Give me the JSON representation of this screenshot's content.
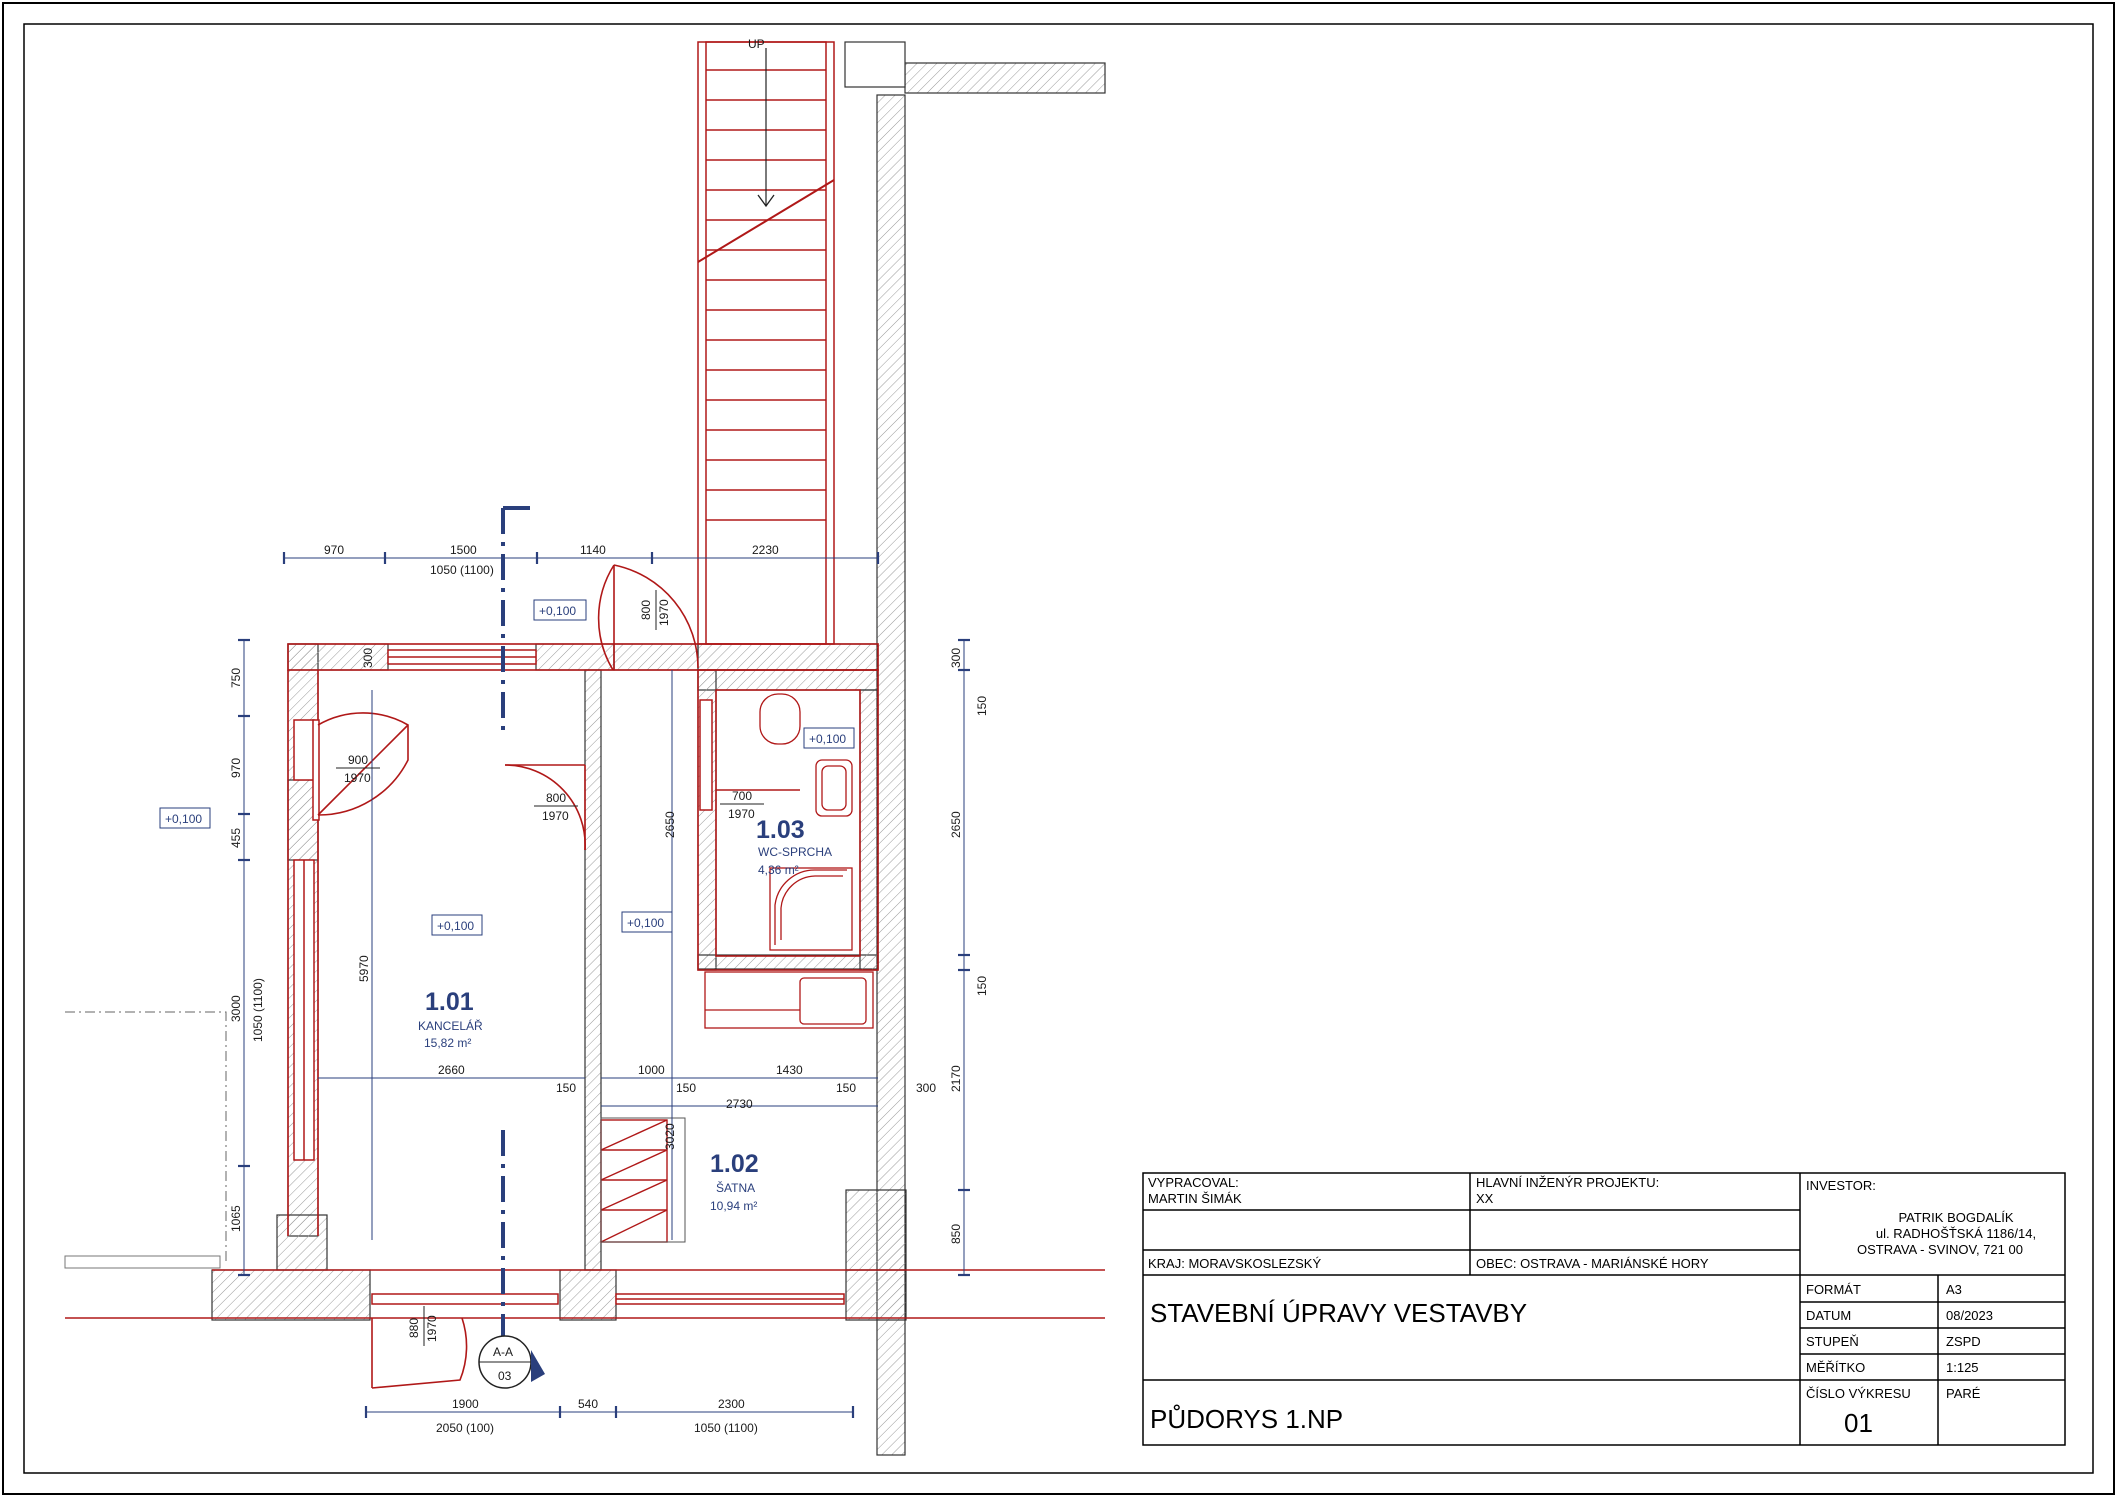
{
  "stair": {
    "label": "UP"
  },
  "levels": [
    "+0,100",
    "+0,100",
    "+0,100",
    "+0,100",
    "+0,100"
  ],
  "rooms": [
    {
      "number": "1.01",
      "name": "KANCELÁŘ",
      "area": "15,82 m²"
    },
    {
      "number": "1.02",
      "name": "ŠATNA",
      "area": "10,94 m²"
    },
    {
      "number": "1.03",
      "name": "WC-SPRCHA",
      "area": "4,36 m²"
    }
  ],
  "doors": [
    {
      "width": "900",
      "height": "1970"
    },
    {
      "width": "800",
      "height": "1970"
    },
    {
      "width": "700",
      "height": "1970"
    },
    {
      "width": "800",
      "height": "1970"
    },
    {
      "width": "880",
      "height": "1970"
    }
  ],
  "dims": {
    "top": [
      "970",
      "1500",
      "1140",
      "2230"
    ],
    "top_sub": "1050 (1100)",
    "left": [
      "750",
      "970",
      "455",
      "3000",
      "1065"
    ],
    "left_sub": "1050 (1100)",
    "left_small": "300",
    "inner": [
      "5970",
      "2660",
      "150",
      "1000",
      "150",
      "1430",
      "150",
      "2730",
      "2650",
      "3020",
      "300"
    ],
    "right": [
      "300",
      "150",
      "2650",
      "150",
      "2170",
      "850"
    ],
    "bottom": [
      "1900",
      "540",
      "2300"
    ],
    "bottom_sub": [
      "2050 (100)",
      "1050 (1100)"
    ]
  },
  "section": {
    "label": "A-A",
    "sheet": "03"
  },
  "title_block": {
    "prepared_label": "VYPRACOVAL:",
    "prepared_value": "MARTIN ŠIMÁK",
    "chief_label": "HLAVNÍ INŽENÝR PROJEKTU:",
    "chief_value": "XX",
    "investor_label": "INVESTOR:",
    "investor_lines": [
      "PATRIK BOGDALÍK",
      "ul. RADHOŠŤSKÁ 1186/14,",
      "OSTRAVA - SVINOV, 721 00"
    ],
    "region": "KRAJ: MORAVSKOSLEZSKÝ",
    "municipality": "OBEC: OSTRAVA - MARIÁNSKÉ HORY",
    "project_title": "STAVEBNÍ ÚPRAVY VESTAVBY",
    "drawing_title": "PŮDORYS 1.NP",
    "fields": [
      {
        "label": "FORMÁT",
        "value": "A3"
      },
      {
        "label": "DATUM",
        "value": "08/2023"
      },
      {
        "label": "STUPEŇ",
        "value": "ZSPD"
      },
      {
        "label": "MĚŘÍTKO",
        "value": "1:125"
      }
    ],
    "drawing_no_label": "ČÍSLO VÝKRESU",
    "drawing_no": "01",
    "copies_label": "PARÉ"
  }
}
